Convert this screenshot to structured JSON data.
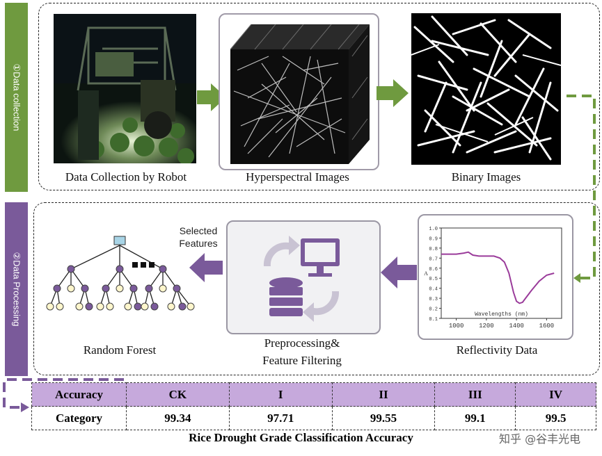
{
  "stages": {
    "collection_label": "①Data collection",
    "processing_label": "②Data Processing"
  },
  "captions": {
    "robot": "Data Collection by Robot",
    "hyperspectral": "Hyperspectral Images",
    "binary": "Binary Images",
    "random_forest": "Random Forest",
    "preprocessing_line1": "Preprocessing&",
    "preprocessing_line2": "Feature Filtering",
    "reflectivity": "Reflectivity Data",
    "selected_line1": "Selected",
    "selected_line2": "Features"
  },
  "reflectance_plot": {
    "type": "line",
    "ylabel": "A",
    "xlabel": "Wavelengths (nm)",
    "x_ticks": [
      "1000",
      "1200",
      "1400",
      "1600"
    ],
    "y_ticks": [
      "1.0",
      "0.9",
      "0.8",
      "0.7",
      "0.6",
      "0.5",
      "0.4",
      "0.3",
      "0.2",
      "0.1"
    ],
    "xlim": [
      900,
      1700
    ],
    "ylim": [
      0.1,
      1.0
    ],
    "x": [
      900,
      950,
      1000,
      1050,
      1080,
      1110,
      1150,
      1200,
      1250,
      1290,
      1320,
      1350,
      1380,
      1400,
      1420,
      1440,
      1460,
      1500,
      1550,
      1600,
      1650
    ],
    "y": [
      0.74,
      0.74,
      0.74,
      0.75,
      0.76,
      0.73,
      0.72,
      0.72,
      0.72,
      0.7,
      0.66,
      0.55,
      0.36,
      0.27,
      0.25,
      0.26,
      0.3,
      0.38,
      0.47,
      0.53,
      0.55
    ]
  },
  "accuracy_table": {
    "headers": [
      "Accuracy",
      "CK",
      "I",
      "II",
      "III",
      "IV"
    ],
    "row": [
      "Category",
      "99.34",
      "97.71",
      "99.55",
      "99.1",
      "99.5"
    ],
    "title": "Rice Drought Grade Classification Accuracy"
  },
  "colors": {
    "green": "#6f9a3f",
    "purple": "#7a5a9a",
    "light_purple": "#c6a9dc",
    "curve": "#9a3b9a"
  },
  "watermark": "知乎 @谷丰光电"
}
